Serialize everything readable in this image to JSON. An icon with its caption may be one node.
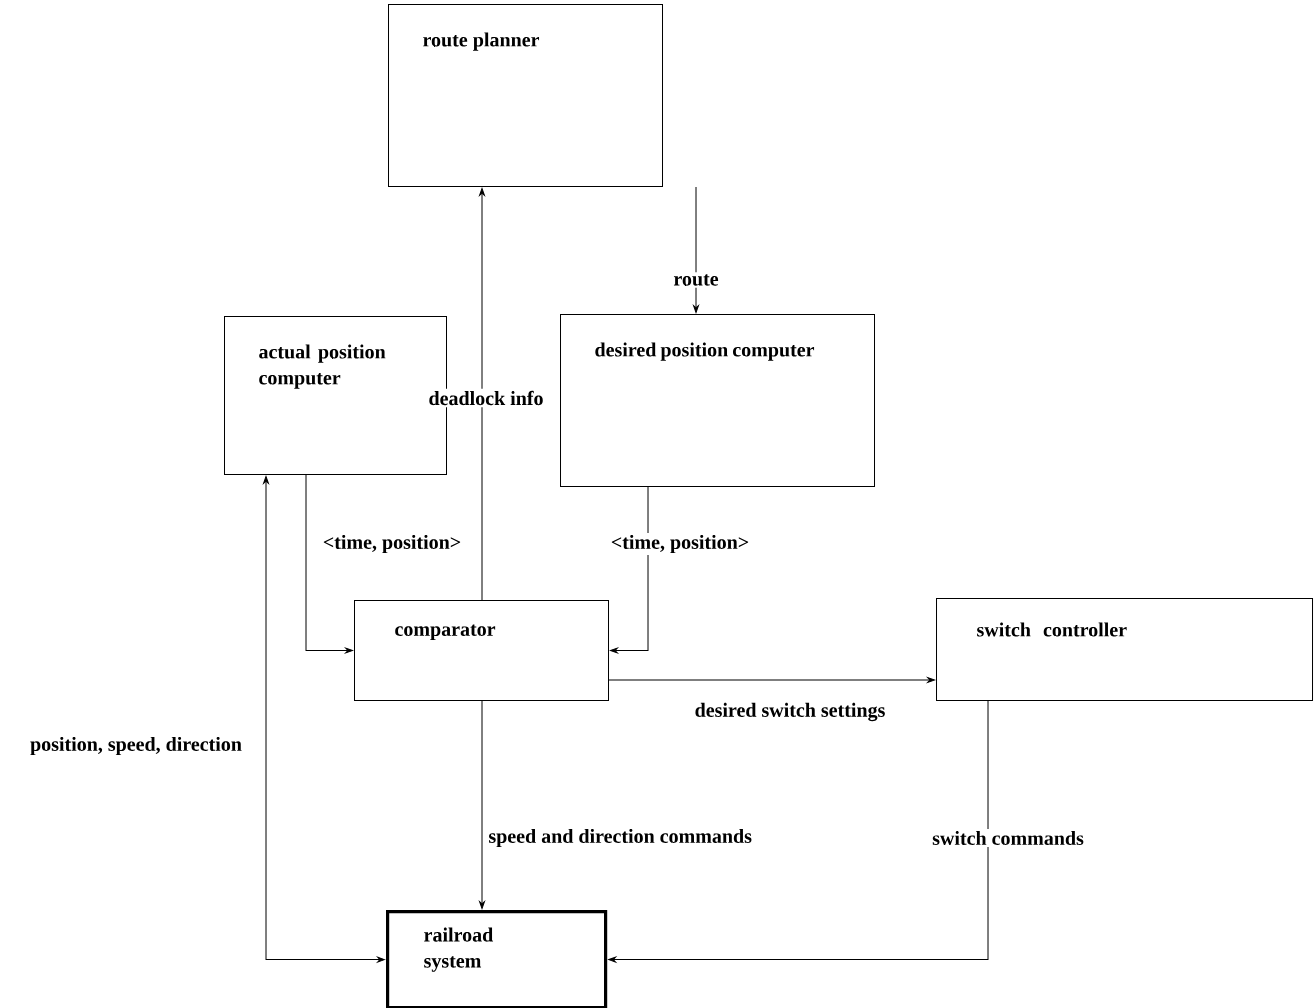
{
  "diagram": {
    "nodes": [
      {
        "text": [
          "route planner"
        ]
      },
      {
        "text": [
          "actual position computer"
        ]
      },
      {
        "text": [
          "desired position computer"
        ]
      },
      {
        "text": [
          "comparator"
        ]
      },
      {
        "text": [
          "switch controller"
        ]
      },
      {
        "text": [
          "railroad system"
        ]
      }
    ],
    "edges": [
      {
        "from": 3,
        "to": 0,
        "arrow": "to",
        "label": "deadlock info"
      },
      {
        "from": 0,
        "to": 2,
        "arrow": "to",
        "label": "route"
      },
      {
        "from": 1,
        "to": 3,
        "arrow": "to",
        "label": "<time, position>"
      },
      {
        "from": 2,
        "to": 3,
        "arrow": "to",
        "label": "<time, position>"
      },
      {
        "from": 3,
        "to": 4,
        "arrow": "to",
        "label": "desired switch settings"
      },
      {
        "from": 3,
        "to": 5,
        "arrow": "to",
        "label": "speed and direction commands"
      },
      {
        "from": 1,
        "to": 5,
        "arrow": "both",
        "label": "position, speed, direction"
      },
      {
        "from": 4,
        "to": 5,
        "arrow": "to",
        "label": "switch commands"
      }
    ]
  }
}
